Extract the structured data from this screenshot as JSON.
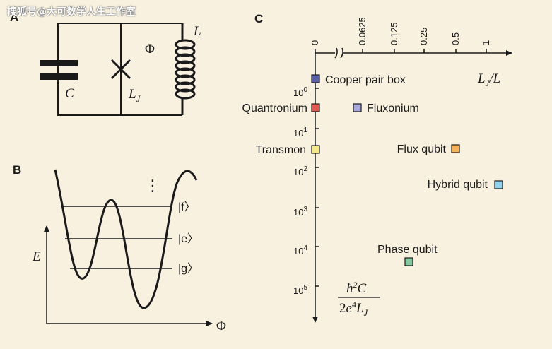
{
  "watermark": "搜狐号@大可数学人生工作室",
  "panel_a": {
    "letter": "A",
    "capacitor_label": "C",
    "junction_label": "L",
    "junction_sub": "J",
    "flux_label": "Φ",
    "inductor_label": "L"
  },
  "panel_b": {
    "letter": "B",
    "y_label": "E",
    "x_label": "Φ",
    "levels": [
      "|f〉",
      "|e〉",
      "|g〉"
    ],
    "dots": "⋮"
  },
  "panel_c": {
    "letter": "C",
    "top_axis_label": "L",
    "top_axis_label_sub": "J",
    "top_axis_label_tail": "/L",
    "left_axis_label": {
      "numerator": "ħ",
      "numerator_sup": "2",
      "numerator_tail": "C",
      "denominator_pre": "2",
      "denominator_e": "e",
      "denominator_sup": "4",
      "denominator_l": "L",
      "denominator_sub": "J"
    },
    "top_ticks": [
      "0",
      "0.0625",
      "0.125",
      "0.25",
      "0.5",
      "1"
    ],
    "left_ticks": [
      {
        "base": "10",
        "exp": "0"
      },
      {
        "base": "10",
        "exp": "1"
      },
      {
        "base": "10",
        "exp": "2"
      },
      {
        "base": "10",
        "exp": "3"
      },
      {
        "base": "10",
        "exp": "4"
      },
      {
        "base": "10",
        "exp": "5"
      }
    ],
    "qubits": [
      {
        "name": "Cooper pair box",
        "color": "#5a5fa8"
      },
      {
        "name": "Quantronium",
        "color": "#e05a52"
      },
      {
        "name": "Fluxonium",
        "color": "#a9a9e0"
      },
      {
        "name": "Transmon",
        "color": "#f3e98a"
      },
      {
        "name": "Flux qubit",
        "color": "#f5b05a"
      },
      {
        "name": "Hybrid qubit",
        "color": "#8fd2f0"
      },
      {
        "name": "Phase qubit",
        "color": "#86c8a0"
      }
    ]
  }
}
